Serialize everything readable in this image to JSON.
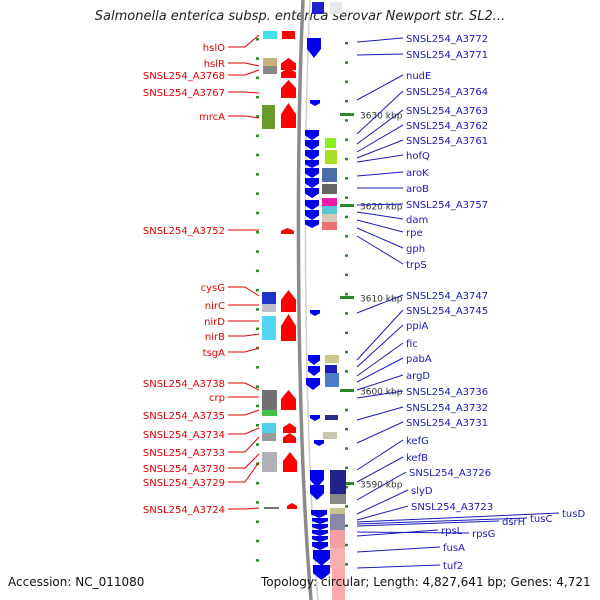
{
  "title": "Salmonella enterica subsp. enterica serovar Newport str. SL2...",
  "footer": {
    "accession": "Accession: NC_011080",
    "topology": "Topology: circular; Length: 4,827,641 bp; Genes: 4,721"
  },
  "colors": {
    "left_label": "#e30000",
    "right_label": "#1a1ab8",
    "backbone": "#8a8a8a",
    "strand_arrow": "#ff0000",
    "reverse_arrow": "#0000ee",
    "tick": "#2a8a2a"
  },
  "scale_ticks": [
    {
      "label": "3630 kbp"
    },
    {
      "label": "3620 kbp"
    },
    {
      "label": "3610 kbp"
    },
    {
      "label": "3600 kbp"
    },
    {
      "label": "3590 kbp"
    }
  ],
  "left_genes": [
    "hslO",
    "hslR",
    "SNSL254_A3768",
    "SNSL254_A3767",
    "mrcA",
    "SNSL254_A3752",
    "cysG",
    "nirC",
    "nirD",
    "nirB",
    "tsgA",
    "SNSL254_A3738",
    "crp",
    "SNSL254_A3735",
    "SNSL254_A3734",
    "SNSL254_A3733",
    "SNSL254_A3730",
    "SNSL254_A3729",
    "SNSL254_A3724"
  ],
  "right_genes": [
    "SNSL254_A3772",
    "SNSL254_A3771",
    "nudE",
    "SNSL254_A3764",
    "SNSL254_A3763",
    "SNSL254_A3762",
    "SNSL254_A3761",
    "hofQ",
    "aroK",
    "aroB",
    "SNSL254_A3757",
    "dam",
    "rpe",
    "gph",
    "trpS",
    "SNSL254_A3747",
    "SNSL254_A3745",
    "ppiA",
    "fic",
    "pabA",
    "argD",
    "SNSL254_A3736",
    "SNSL254_A3732",
    "SNSL254_A3731",
    "kefG",
    "kefB",
    "SNSL254_A3726",
    "slyD",
    "SNSL254_A3723",
    "tusD",
    "tusC",
    "dsrH",
    "rpsG",
    "rpsL",
    "fusA",
    "tuf2"
  ]
}
